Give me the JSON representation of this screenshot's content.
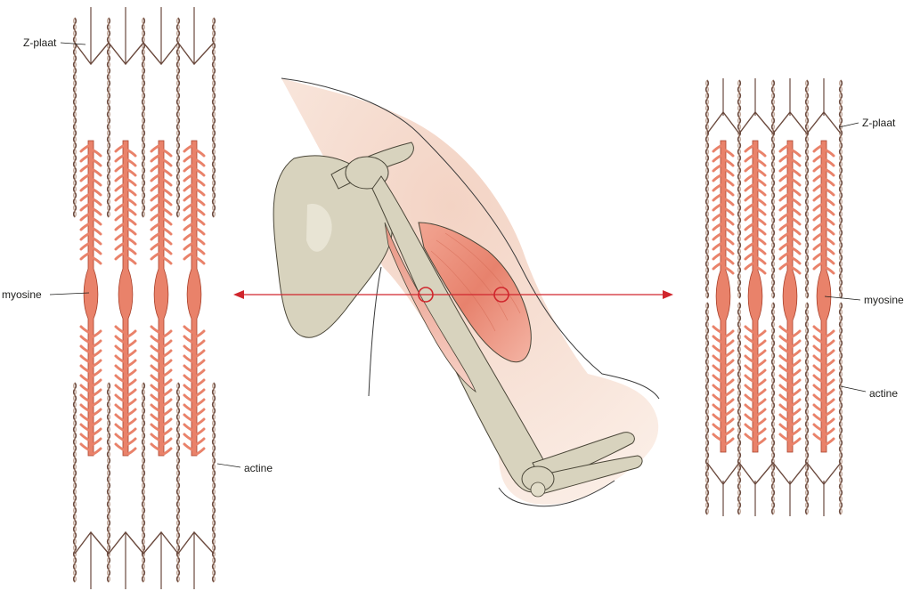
{
  "labels": {
    "left": {
      "z_disc": "Z-plaat",
      "myosin": "myosine",
      "actin": "actine"
    },
    "right": {
      "z_disc": "Z-plaat",
      "myosin": "myosine",
      "actin": "actine"
    }
  },
  "colors": {
    "actin": "#6b4a3e",
    "actin_light": "#b89a8a",
    "myosin": "#e9826a",
    "myosin_dark": "#a9422c",
    "bone": "#d8d3be",
    "bone_dark": "#b9b39a",
    "skin": "#f6e3d8",
    "muscle": "#e98b78",
    "arrow": "#d0262d",
    "leader": "#1d1d1b"
  },
  "icons": [
    "relaxed-sarcomere-icon",
    "contracted-sarcomere-icon",
    "arm-anatomy-icon",
    "double-arrow-icon"
  ]
}
